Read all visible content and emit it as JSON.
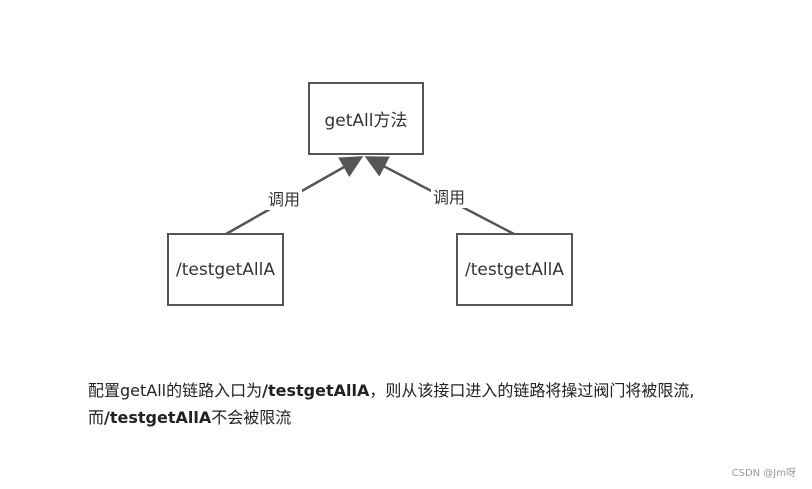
{
  "diagram": {
    "nodes": {
      "top": {
        "label": "getAll方法"
      },
      "left": {
        "label": "/testgetAllA"
      },
      "right": {
        "label": "/testgetAllA"
      }
    },
    "edges": {
      "left": {
        "label": "调用"
      },
      "right": {
        "label": "调用"
      }
    }
  },
  "description": {
    "line1_prefix": "配置getAll的链路入口为",
    "line1_bold": "/testgetAllA",
    "line1_suffix": "，则从该接口进入的链路将操过阀门将被限流,",
    "line2_prefix": "而",
    "line2_bold": "/testgetAllA",
    "line2_suffix": "不会被限流"
  },
  "watermark": "CSDN @Jm呀",
  "colors": {
    "stroke": "#555555",
    "text": "#222222"
  }
}
